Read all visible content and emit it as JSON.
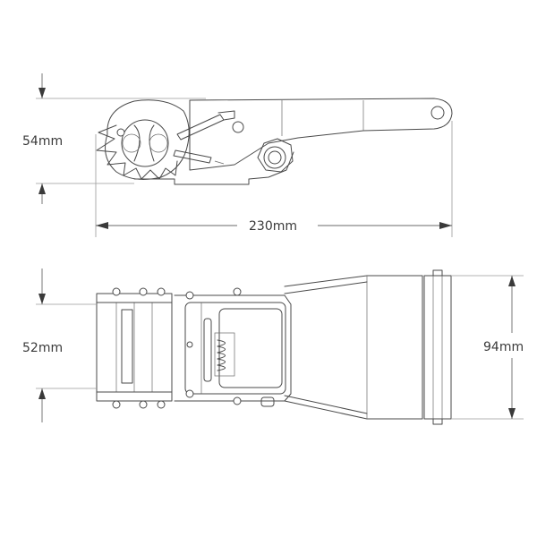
{
  "dimensions": {
    "side_height": "54mm",
    "side_length": "230mm",
    "top_inner_width": "52mm",
    "top_outer_width": "94mm"
  }
}
